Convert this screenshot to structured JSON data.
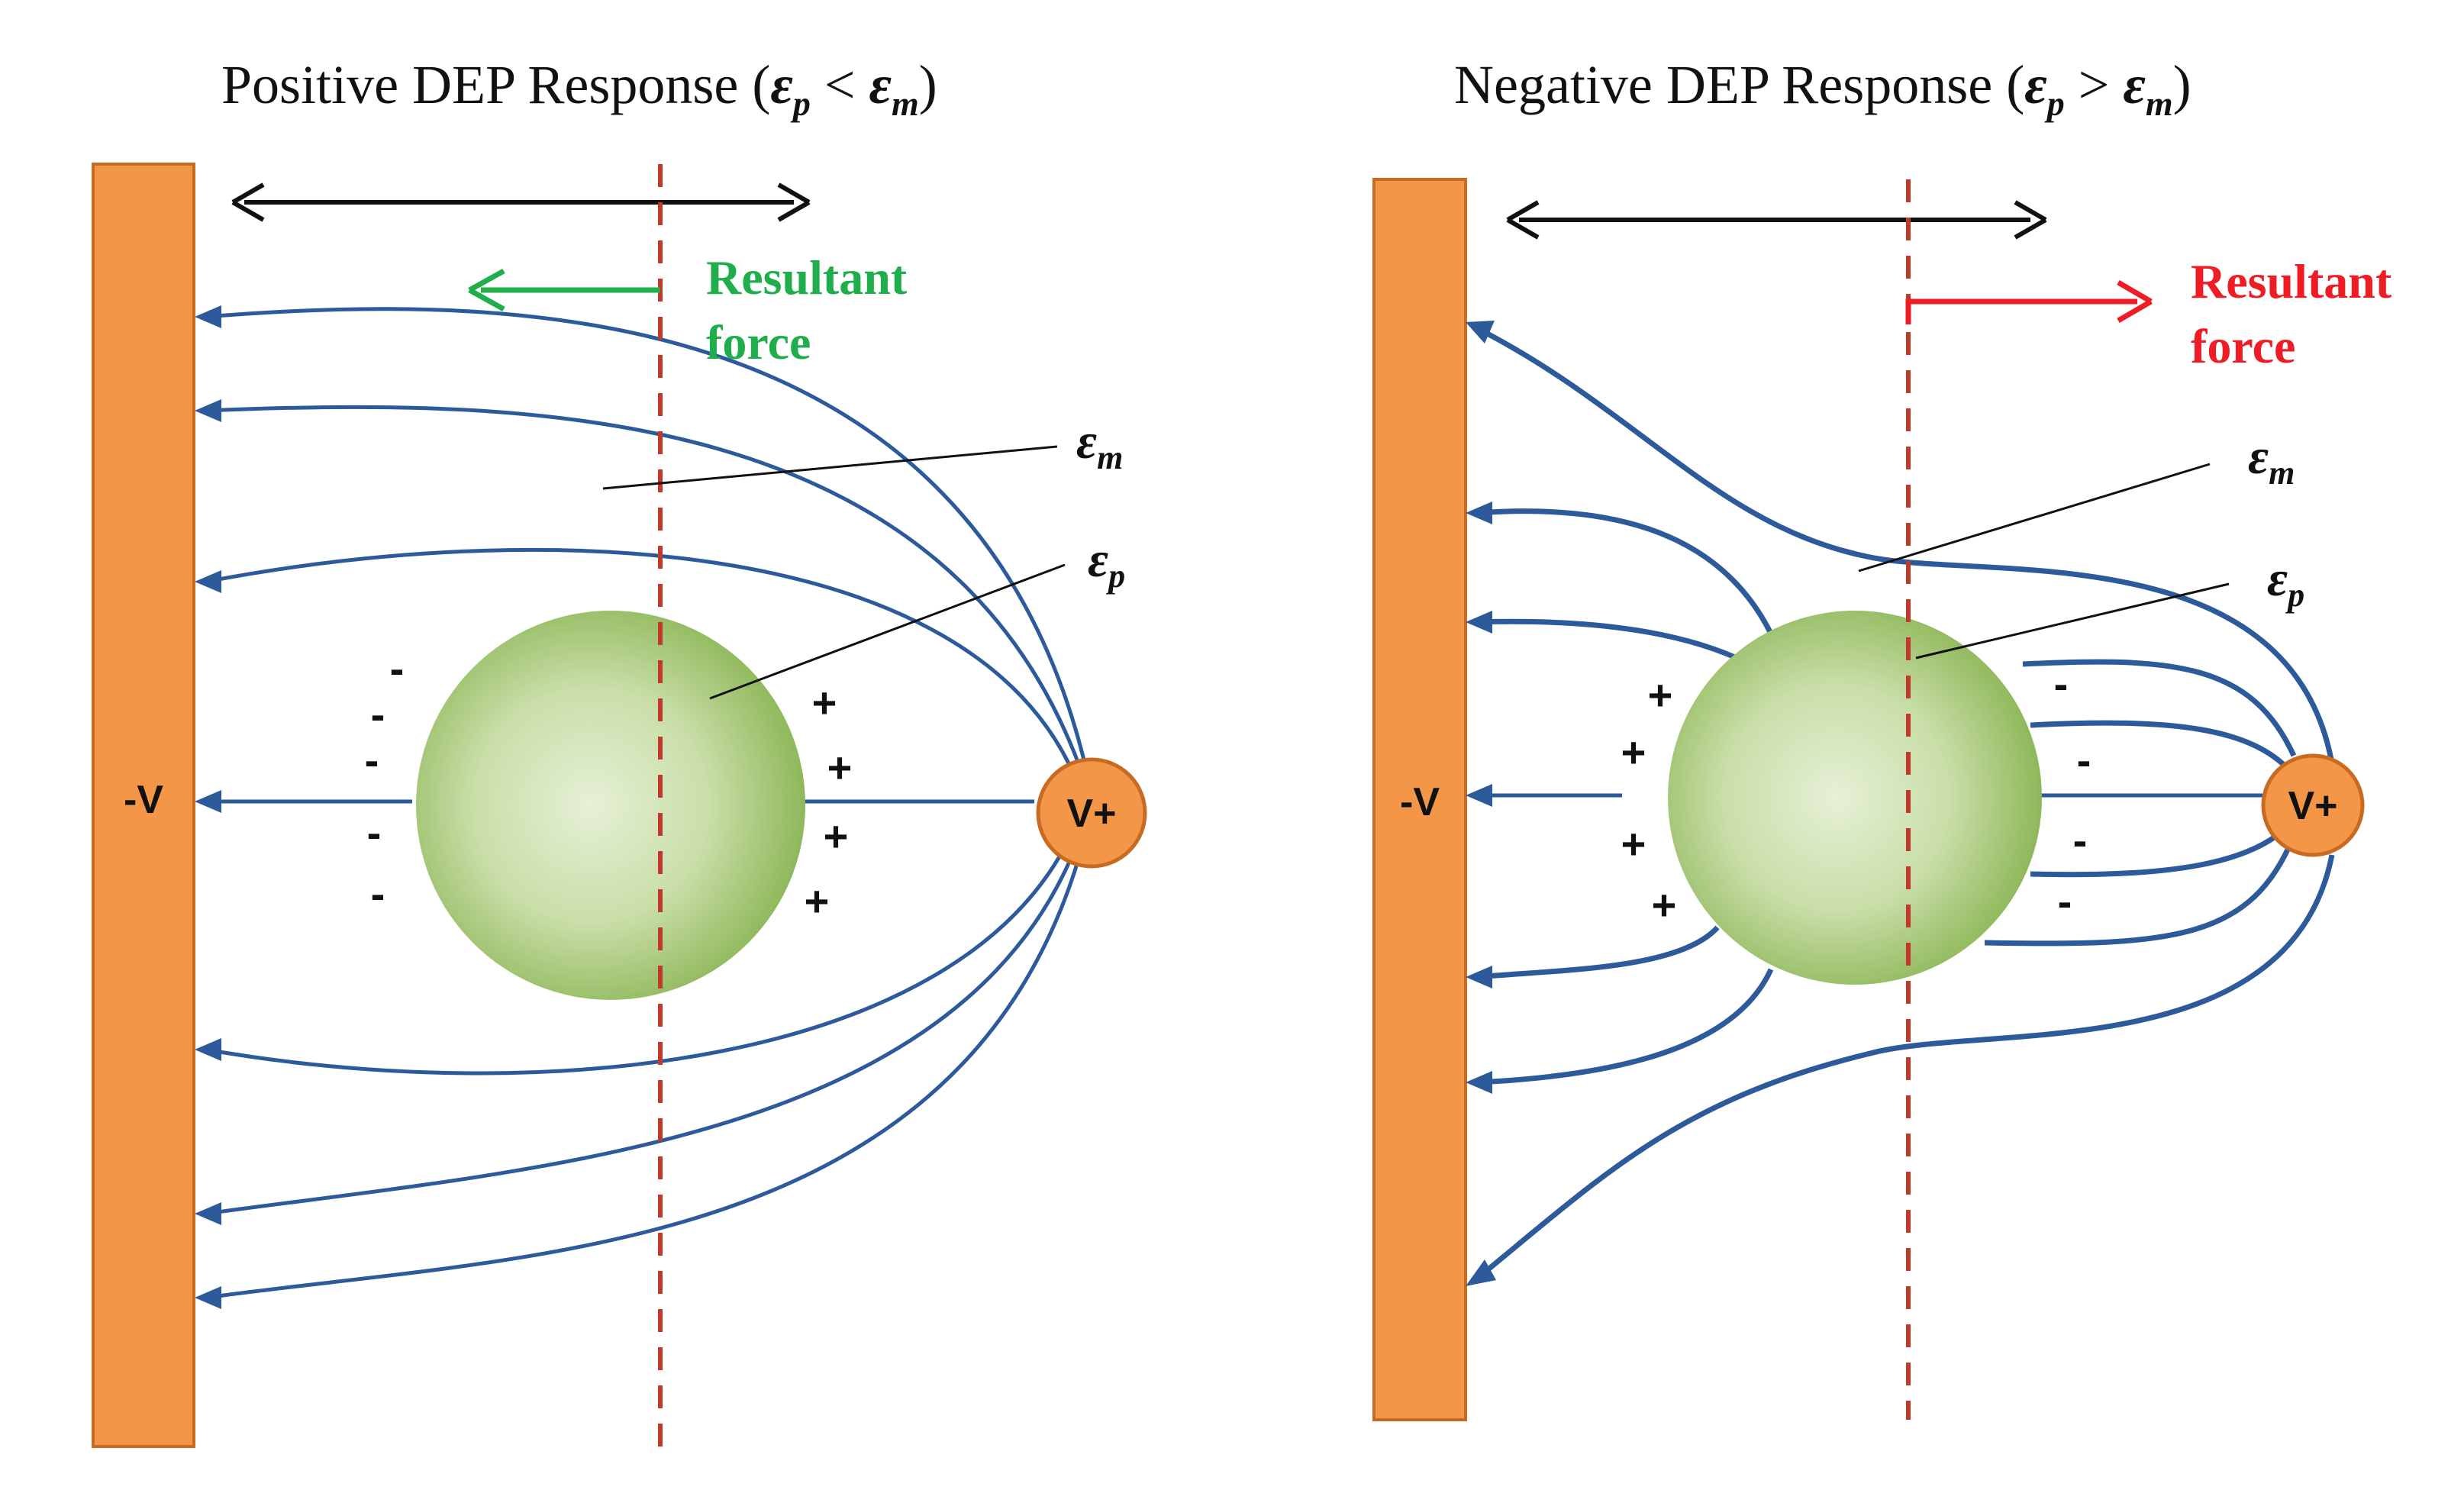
{
  "panels": {
    "positive": {
      "title_prefix": "Positive DEP Response (",
      "eps_p": "ε",
      "eps_p_sub": "p",
      "relation": " < ",
      "eps_m": "ε",
      "eps_m_sub": "m",
      "title_suffix": ")",
      "force_line1": "Resultant",
      "force_line2": "force",
      "force_color": "#1fae4b",
      "medium_label": "ε",
      "medium_label_sub": "m",
      "particle_label": "ε",
      "particle_label_sub": "p",
      "neg_electrode_label": "-V",
      "pos_electrode_label": "V+",
      "left_charges": [
        "-",
        "-",
        "-",
        "-",
        "-"
      ],
      "right_charges": [
        "+",
        "+",
        "+",
        "+"
      ]
    },
    "negative": {
      "title_prefix": "Negative DEP Response (",
      "eps_p": "ε",
      "eps_p_sub": "p",
      "relation": " > ",
      "eps_m": "ε",
      "eps_m_sub": "m",
      "title_suffix": ")",
      "force_line1": "Resultant",
      "force_line2": "force",
      "force_color": "#ee1c25",
      "medium_label": "ε",
      "medium_label_sub": "m",
      "particle_label": "ε",
      "particle_label_sub": "p",
      "neg_electrode_label": "-V",
      "pos_electrode_label": "V+",
      "left_charges": [
        "+",
        "+",
        "+",
        "+"
      ],
      "right_charges": [
        "-",
        "-",
        "-",
        "-"
      ]
    }
  },
  "colors": {
    "electrode": "#f39647",
    "field_line": "#2d5a9a",
    "particle": "#9fc46a",
    "dashed_line": "#c0392b"
  }
}
